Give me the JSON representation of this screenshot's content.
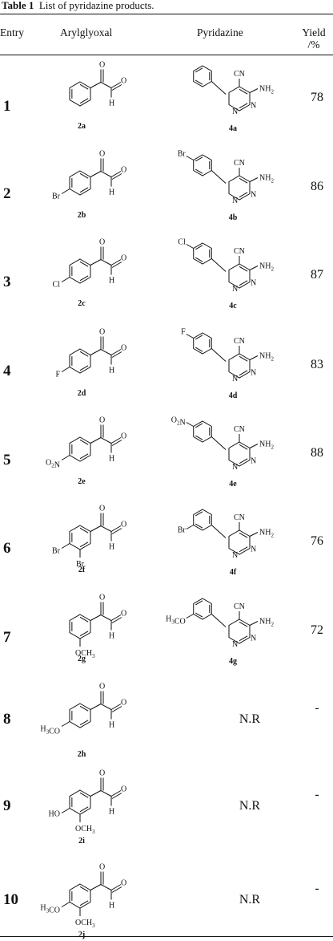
{
  "caption": {
    "label": "Table 1",
    "text": "List of pyridazine products."
  },
  "headers": {
    "entry": "Entry",
    "arylglyoxal": "Arylglyoxal",
    "pyridazine": "Pyridazine",
    "yield_line1": "Yield",
    "yield_line2": "/%"
  },
  "rows": [
    {
      "entry": "1",
      "glyoxal_id": "2a",
      "glyoxal_sub": "",
      "product_id": "4a",
      "product_sub": "",
      "product": "",
      "yield": "78"
    },
    {
      "entry": "2",
      "glyoxal_id": "2b",
      "glyoxal_sub": "Br",
      "product_id": "4b",
      "product_sub": "Br",
      "product": "",
      "yield": "86"
    },
    {
      "entry": "3",
      "glyoxal_id": "2c",
      "glyoxal_sub": "Cl",
      "product_id": "4c",
      "product_sub": "Cl",
      "product": "",
      "yield": "87"
    },
    {
      "entry": "4",
      "glyoxal_id": "2d",
      "glyoxal_sub": "F",
      "product_id": "4d",
      "product_sub": "F",
      "product": "",
      "yield": "83"
    },
    {
      "entry": "5",
      "glyoxal_id": "2e",
      "glyoxal_sub": "O2N",
      "product_id": "4e",
      "product_sub": "O2N",
      "product": "",
      "yield": "88"
    },
    {
      "entry": "6",
      "glyoxal_id": "2f",
      "glyoxal_sub": "Br",
      "product_id": "4f",
      "product_sub": "Br",
      "product": "",
      "yield": "76"
    },
    {
      "entry": "7",
      "glyoxal_id": "2g",
      "glyoxal_sub": "OCH3",
      "product_id": "4g",
      "product_sub": "H3CO",
      "product": "",
      "yield": "72"
    },
    {
      "entry": "8",
      "glyoxal_id": "2h",
      "glyoxal_sub": "H3CO",
      "product_id": "",
      "product_sub": "",
      "product": "N.R",
      "yield": "-"
    },
    {
      "entry": "9",
      "glyoxal_id": "2i",
      "glyoxal_sub": "HO",
      "glyoxal_sub2": "OCH3",
      "product_id": "",
      "product_sub": "",
      "product": "N.R",
      "yield": "-"
    },
    {
      "entry": "10",
      "glyoxal_id": "2j",
      "glyoxal_sub": "H3CO",
      "glyoxal_sub2": "OCH3",
      "product_id": "",
      "product_sub": "",
      "product": "N.R",
      "yield": "-"
    }
  ],
  "atoms": {
    "oxygen": "O",
    "hydrogen": "H",
    "nitrile": "CN",
    "amine": "NH2",
    "nitrogen": "N"
  }
}
